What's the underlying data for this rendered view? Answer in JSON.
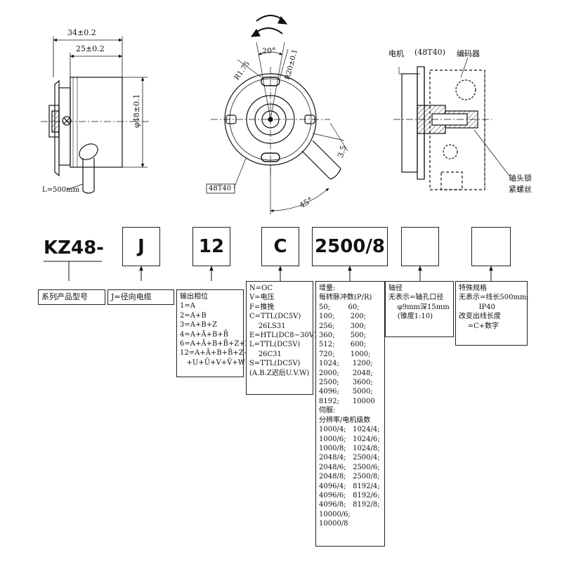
{
  "dimensions": {
    "overall_length": "34±0.2",
    "body_length": "25±0.2",
    "diameter": "φ48±0.1",
    "cable_length": "L=500mm",
    "angle_top": "20°",
    "radius_r": "R1.75",
    "radius_r20": "R20±0.1",
    "offset": "3.5",
    "angle_cable": "45°",
    "model_tag": "48T40"
  },
  "side_section": {
    "motor_label": "电机",
    "motor_model": "(48T40)",
    "encoder_label": "编码器",
    "screw_label": "轴头锁\n紧螺丝"
  },
  "code": {
    "prefix": "KZ48-",
    "cells": [
      "J",
      "12",
      "C",
      "2500/8",
      "",
      ""
    ]
  },
  "descriptions": {
    "series": "系列产品型号",
    "cable": "J=径向电缆",
    "phase": "输出相位\n1=A\n2=A+B\n3=A+B+Z\n4=A+Ā+B+B̄\n6=A+Ā+B+B̄+Z+Z̄\n12=A+Ā+B+B̄+Z+Z̄\n   +U+Ū+V+V̄+W+W̄",
    "output": "N=OC\nV=电压\nF=推挽\nC=TTL(DC5V)\n    26LS31\nE=HTL(DC8~30V)\nL=TTL(DC5V)\n    26C31\nS=TTL(DC5V)\n(A.B.Z迟后U.V.W)",
    "resolution": "增量:\n每转脉冲数(P/R)\n50;        60;\n100;       200;\n256;       300;\n360;       500;\n512;       600;\n720;       1000;\n1024;      1200;\n2000;      2048;\n2500;      3600;\n4096;      5000;\n8192;      10000\n伺服:\n分辨率/电机级数\n1000/4;   1024/4;\n1000/6;   1024/6;\n1000/8;   1024/8;\n2048/4;   2500/4;\n2048/6;   2500/6;\n2048/8;   2500/8;\n4096/4;   8192/4;\n4096/6;   8192/6;\n4096/8;   8192/8;\n10000/6;\n10000/8",
    "shaft": "轴径\n无表示=轴孔口径\n    φ9mm深15mm\n    (锥度1:10)",
    "special": "特殊规格\n无表示=线长500mm;\n         IP40\n改变出线长度\n    =C+数字"
  }
}
